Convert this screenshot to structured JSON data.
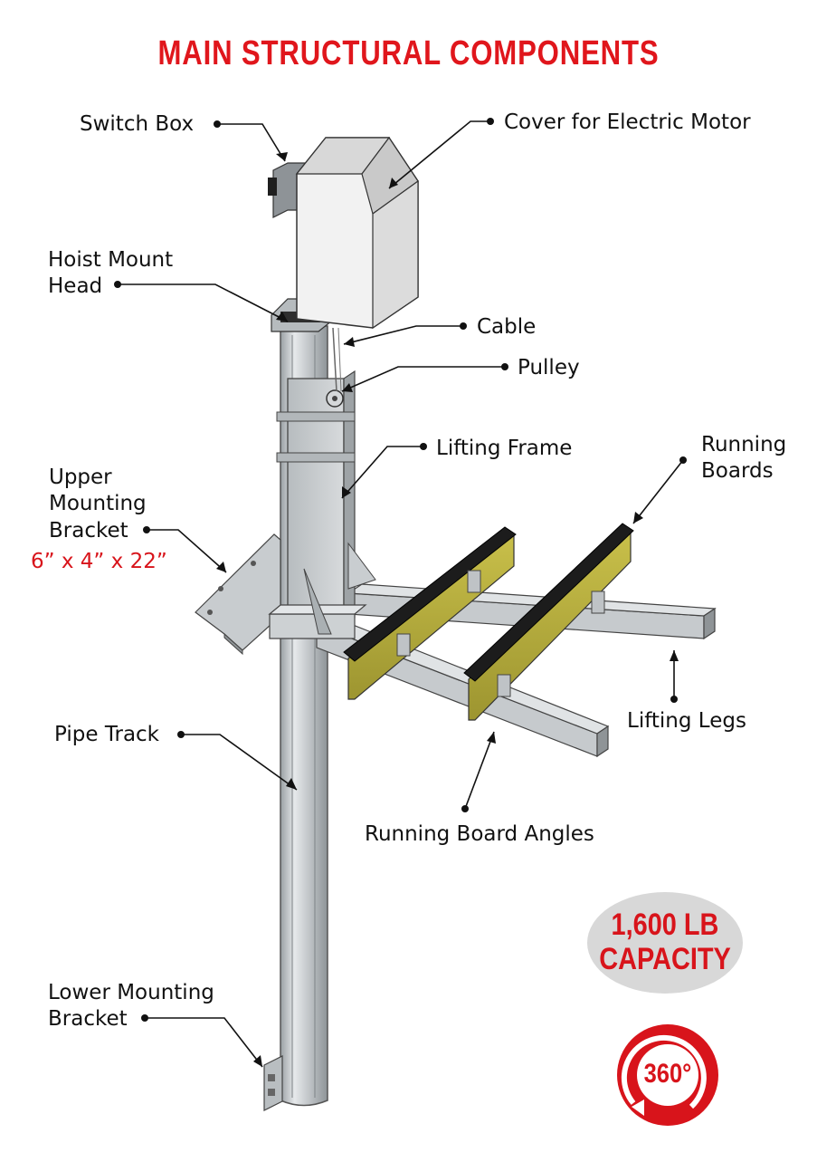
{
  "title": "MAIN STRUCTURAL COMPONENTS",
  "labels": {
    "switch_box": "Switch Box",
    "motor_cover": "Cover for Electric Motor",
    "hoist_mount_1": "Hoist Mount",
    "hoist_mount_2": "Head",
    "cable": "Cable",
    "pulley": "Pulley",
    "lifting_frame": "Lifting Frame",
    "running_boards_1": "Running",
    "running_boards_2": "Boards",
    "upper_bracket_1": "Upper",
    "upper_bracket_2": "Mounting",
    "upper_bracket_3": "Bracket",
    "upper_bracket_dims": "6” x 4” x 22”",
    "lifting_legs": "Lifting Legs",
    "pipe_track": "Pipe Track",
    "running_board_angles": "Running Board Angles",
    "lower_bracket_1": "Lower Mounting",
    "lower_bracket_2": "Bracket"
  },
  "badges": {
    "capacity_line1": "1,600 LB",
    "capacity_line2": "CAPACITY",
    "rotation": "360°"
  },
  "colors": {
    "accent_red": "#d8141b",
    "steel": "#c4c8cb",
    "board_wood": "#b4ad3a",
    "board_top": "#1c1c1c"
  }
}
